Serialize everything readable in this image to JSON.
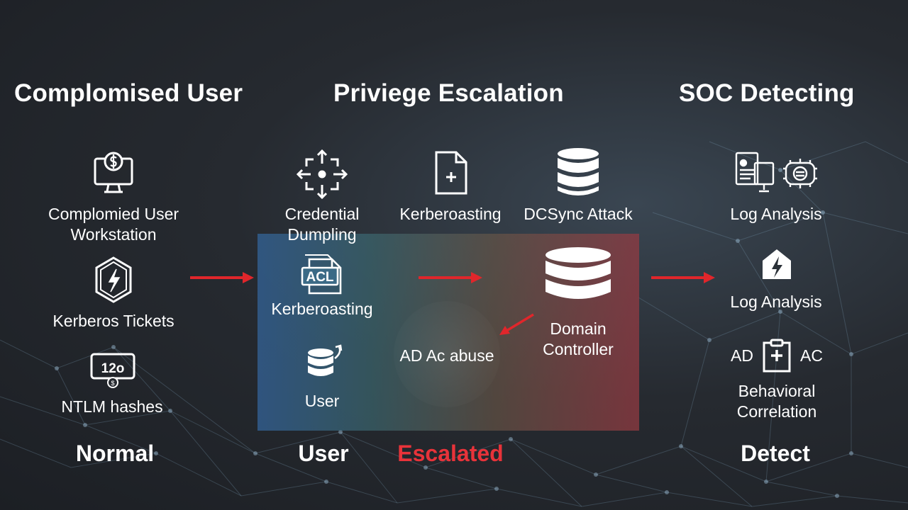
{
  "columns": {
    "left": {
      "title": "Complomised User",
      "items": [
        {
          "label_line1": "Complomied User",
          "label_line2": "Workstation",
          "icon": "monitor-dollar-icon"
        },
        {
          "label": "Kerberos Tickets",
          "icon": "lightning-hexagon-icon"
        },
        {
          "label": "NTLM hashes",
          "icon": "hash-card-icon",
          "icon_text": "12o"
        }
      ],
      "status": "Normal"
    },
    "middle": {
      "title": "Priviege Escalation",
      "top_items": [
        {
          "label_line1": "Credential",
          "label_line2": "Dumpling",
          "icon": "target-arrows-icon"
        },
        {
          "label": "Kerberoasting",
          "icon": "document-plus-icon"
        },
        {
          "label": "DCSync Attack",
          "icon": "database-icon"
        }
      ],
      "panel_items": {
        "acl": {
          "label": "Kerberoasting",
          "icon": "acl-document-icon",
          "icon_text": "ACL"
        },
        "user": {
          "label": "User",
          "icon": "user-database-icon"
        },
        "ad_abuse": {
          "label": "AD Ac abuse"
        },
        "domain_controller": {
          "label_line1": "Domain",
          "label_line2": "Controller",
          "icon": "domain-controller-database-icon"
        }
      },
      "status_user": "User",
      "status_escalated": "Escalated"
    },
    "right": {
      "title": "SOC Detecting",
      "items": [
        {
          "label": "Log Analysis",
          "icon": "dashboard-monitor-icon"
        },
        {
          "label": "Log Analysis",
          "icon": "shield-lightning-icon"
        },
        {
          "left_text": "AD",
          "right_text": "AC",
          "icon": "medical-clipboard-icon"
        },
        {
          "label_line1": "Behavioral",
          "label_line2": "Correlation"
        }
      ],
      "status": "Detect"
    }
  },
  "colors": {
    "arrow": "#e0262b",
    "escalated": "#e8333a",
    "text": "#ffffff"
  }
}
